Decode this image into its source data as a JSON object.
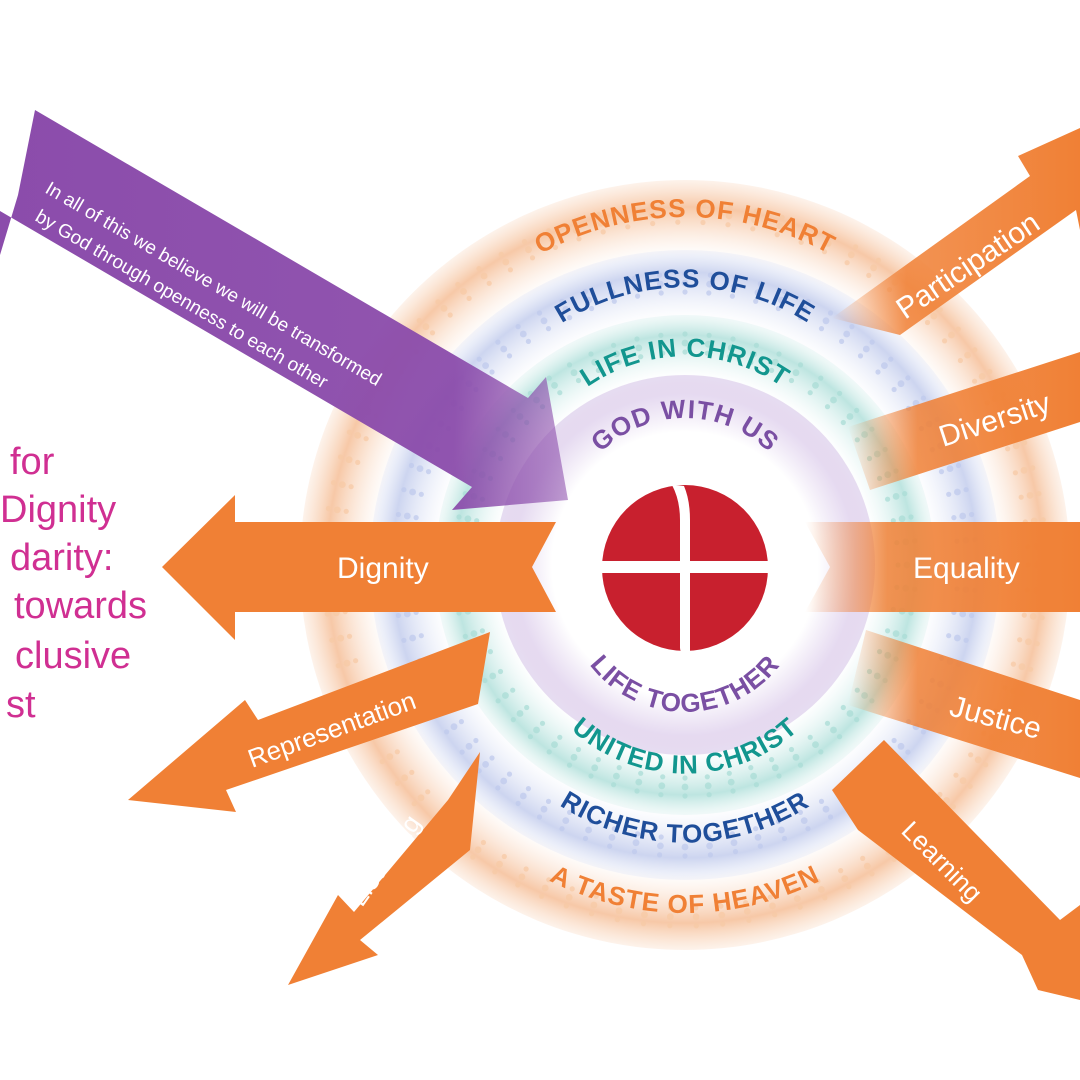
{
  "colors": {
    "orange": "#F08035",
    "orange_light": "#F7B07A",
    "purple": "#8B4CAB",
    "blue": "#1F4E9A",
    "teal": "#12968E",
    "violet": "#7A4FA3",
    "red": "#C8202E",
    "magenta": "#D02F92"
  },
  "side_text": [
    "for",
    "Dignity",
    "darity:",
    "towards",
    "clusive",
    "st"
  ],
  "rings": {
    "outer_top": "OPENNESS OF HEART",
    "outer_bottom": "A TASTE OF HEAVEN",
    "second_top": "FULLNESS OF LIFE",
    "second_bottom": "RICHER TOGETHER",
    "third_top": "LIFE IN CHRIST",
    "third_bottom": "UNITED IN CHRIST",
    "inner_top": "GOD WITH US",
    "inner_bottom": "LIFE TOGETHER"
  },
  "center_icon": "methodist-cross-and-flame-logo",
  "purple_arrow": {
    "line1": "In all of this we believe we will be transformed",
    "line2": "by God through openness to each other"
  },
  "arrows": {
    "participation": "Participation",
    "diversity": "Diversity",
    "equality": "Equality",
    "justice": "Justice",
    "learning": "Learning",
    "listening": "Listening",
    "representation": "Representation",
    "dignity": "Dignity"
  }
}
